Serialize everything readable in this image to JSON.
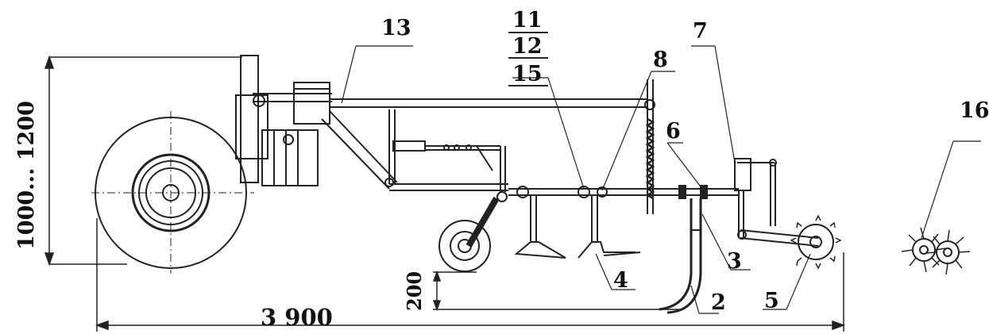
{
  "callouts": {
    "c1": "2",
    "c2": "3",
    "c3": "4",
    "c4": "5",
    "c5": "6",
    "c6": "7",
    "c7": "8",
    "c8": "11",
    "c9": "12",
    "c10": "15",
    "c11": "13",
    "c12": "16"
  },
  "dimensions": {
    "height_range": "1000... 1200",
    "depth": "200",
    "overall_length": "3 900"
  }
}
